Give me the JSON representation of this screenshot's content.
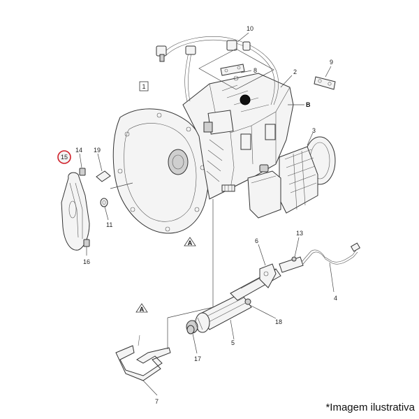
{
  "callouts": {
    "c1": "1",
    "c2": "2",
    "c3": "3",
    "c4": "4",
    "c5": "5",
    "c6": "6",
    "c7": "7",
    "c8": "8",
    "c9": "9",
    "c10": "10",
    "c11": "11",
    "c13": "13",
    "c14": "14",
    "c15": "15",
    "c16": "16",
    "c17": "17",
    "c18": "18",
    "c19": "19"
  },
  "refs": {
    "a_gearbox": "A",
    "a_bracket": "A",
    "b": "B"
  },
  "caption": "*Imagem ilustrativa",
  "highlight_color": "#d0202a"
}
